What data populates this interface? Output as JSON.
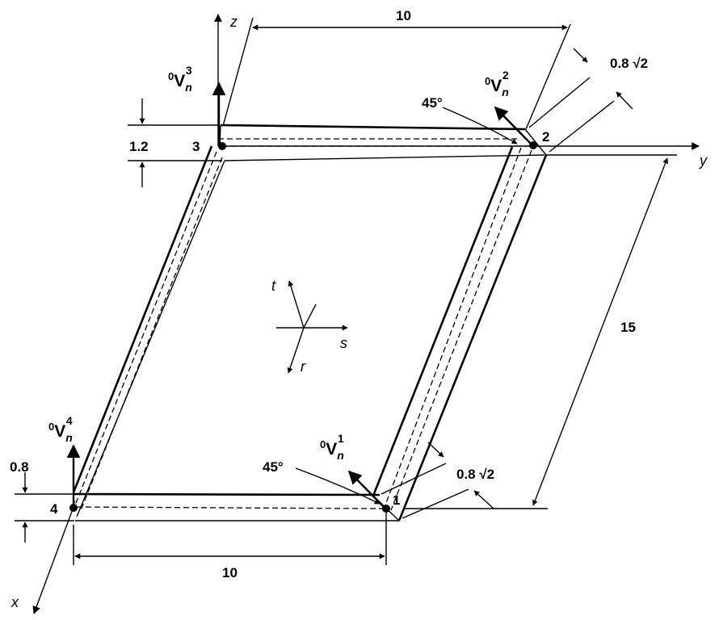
{
  "axes": {
    "x": "x",
    "y": "y",
    "z": "z"
  },
  "local_axes": {
    "r": "r",
    "s": "s",
    "t": "t"
  },
  "nodes": [
    "1",
    "2",
    "3",
    "4"
  ],
  "normal_vectors": {
    "v1": {
      "pre": "0",
      "main": "V",
      "sub": "n",
      "sup": "1"
    },
    "v2": {
      "pre": "0",
      "main": "V",
      "sub": "n",
      "sup": "2"
    },
    "v3": {
      "pre": "0",
      "main": "V",
      "sub": "n",
      "sup": "3"
    },
    "v4": {
      "pre": "0",
      "main": "V",
      "sub": "n",
      "sup": "4"
    }
  },
  "dimensions": {
    "top_width": "10",
    "bottom_width": "10",
    "side_length": "15",
    "thickness_3": "1.2",
    "thickness_4": "0.8",
    "thickness_2": "0.8 √2",
    "thickness_1": "0.8 √2",
    "angle_2": "45°",
    "angle_1": "45°"
  }
}
